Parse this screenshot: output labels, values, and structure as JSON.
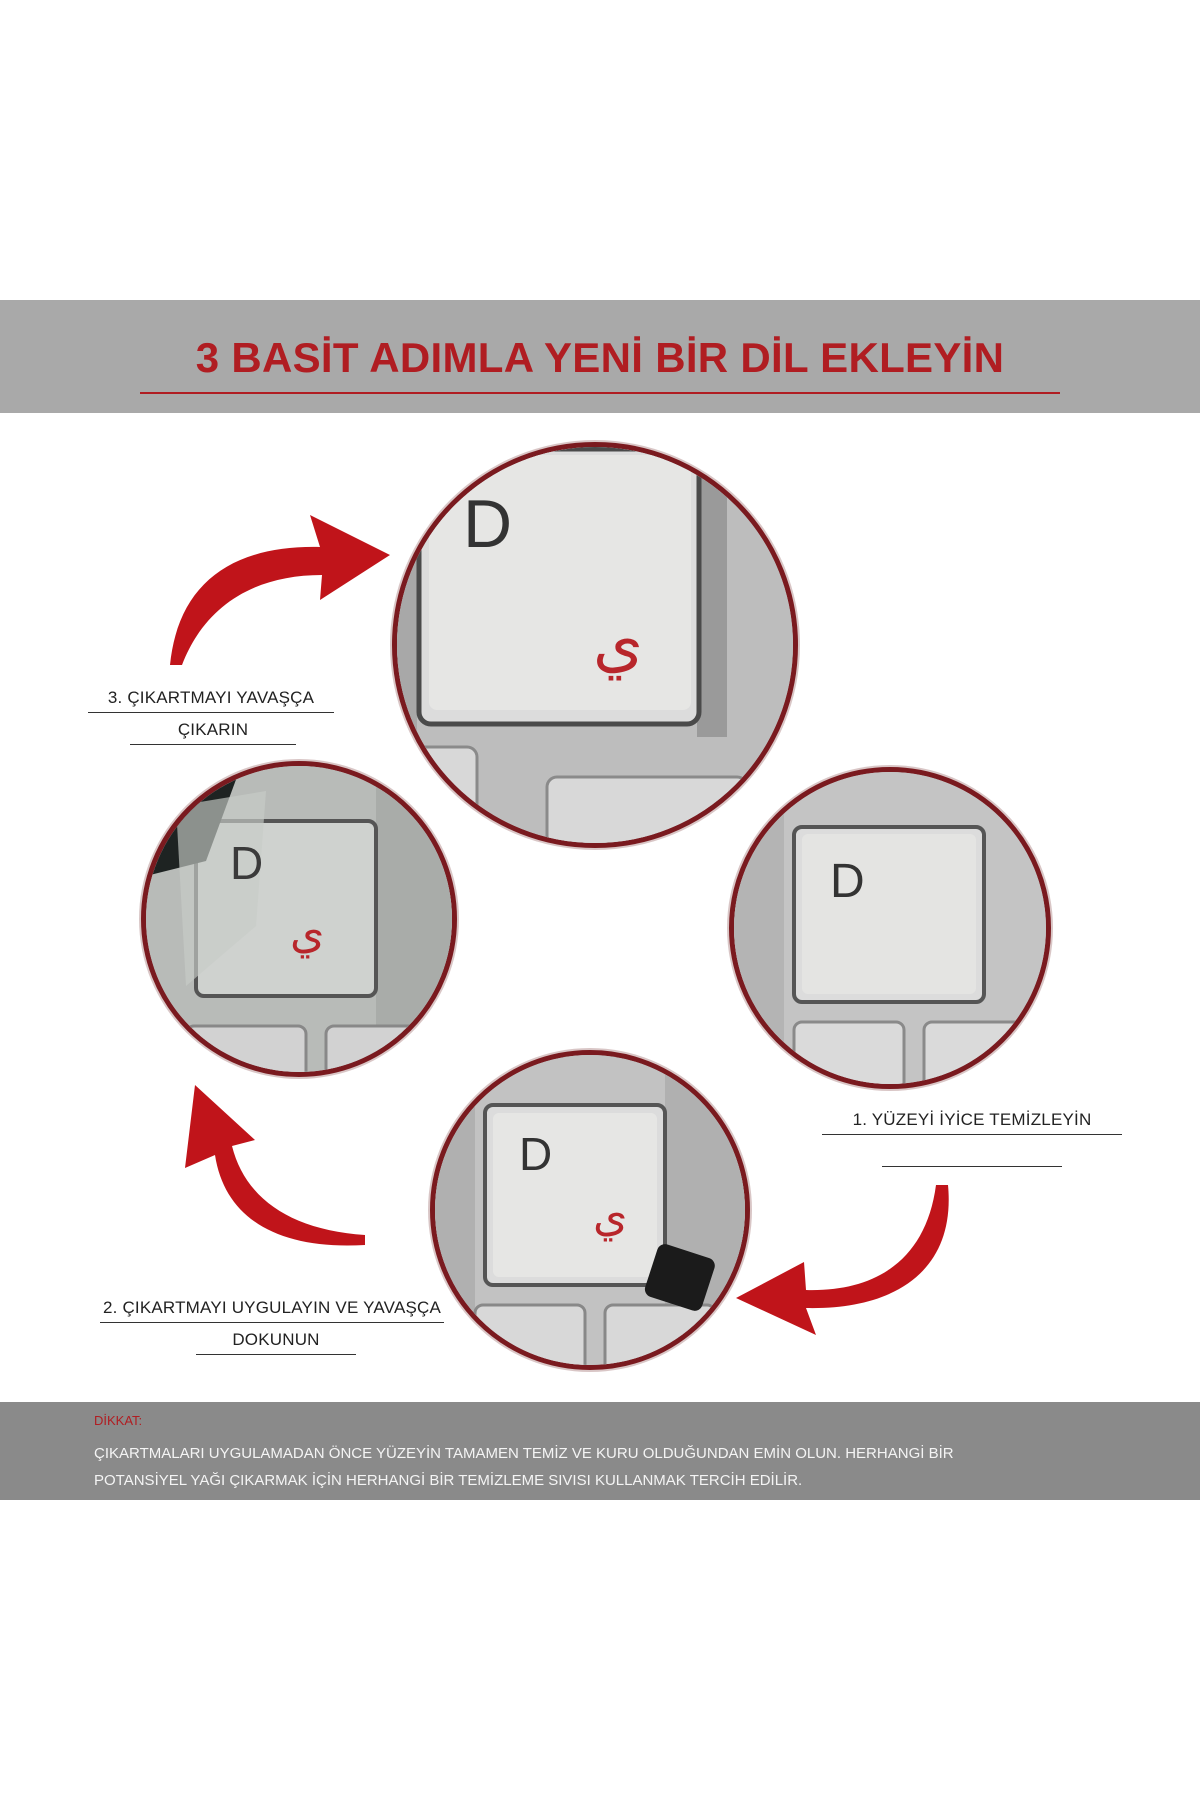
{
  "header": {
    "title": "3 BASİT ADIMLA YENİ BİR DİL EKLEYİN"
  },
  "keys": {
    "latin_letter": "D",
    "arabic_letter": "ي"
  },
  "steps": {
    "step1": "1. YÜZEYİ İYİCE TEMİZLEYİN",
    "step2_line1": "2. ÇIKARTMAYI UYGULAYIN VE YAVAŞÇA",
    "step2_line2": "DOKUNUN",
    "step3_line1": "3. ÇIKARTMAYI YAVAŞÇA",
    "step3_line2": "ÇIKARIN"
  },
  "notice": {
    "label": "DİKKAT:",
    "line1": "ÇIKARTMALARI UYGULAMADAN ÖNCE YÜZEYİN TAMAMEN TEMİZ VE KURU OLDUĞUNDAN EMİN OLUN. HERHANGİ BİR",
    "line2": "POTANSİYEL YAĞI ÇIKARMAK İÇİN HERHANGİ BİR TEMİZLEME SIVISI KULLANMAK TERCİH EDİLİR."
  },
  "colors": {
    "accent_red": "#b01d22",
    "banner_gray": "#a9a9a9",
    "arrow_red": "#c0141a"
  },
  "icons": [
    "curved-arrow-icon",
    "curved-arrow-icon",
    "curved-arrow-icon"
  ]
}
